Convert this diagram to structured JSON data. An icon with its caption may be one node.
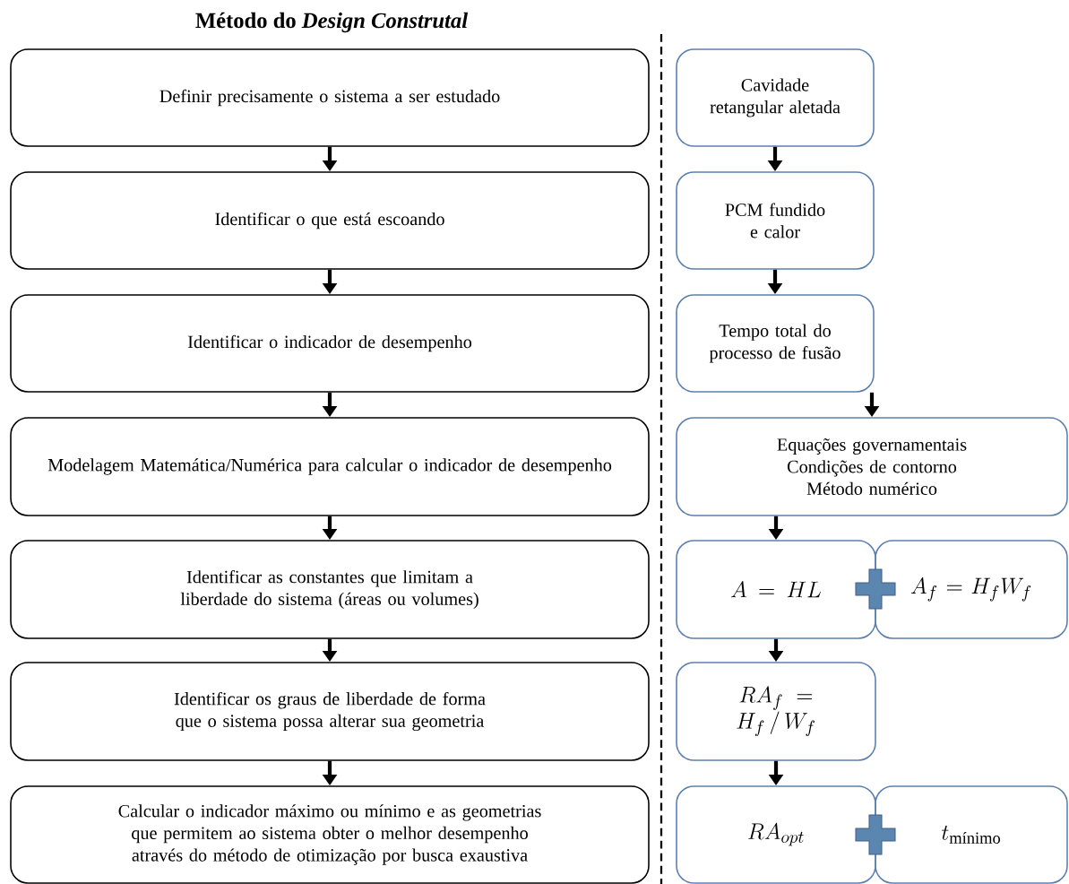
{
  "diagram": {
    "title": "Método do *Design Construtal*",
    "nodes": [
      {
        "text": [
          "Definir precisamente o sistema a ser estudado"
        ]
      },
      {
        "text": [
          "Identificar o que está escoando"
        ]
      },
      {
        "text": [
          "Identificar o indicador de desempenho"
        ]
      },
      {
        "text": [
          "Modelagem Matemática/Numérica para calcular o indicador de desempenho"
        ]
      },
      {
        "text": [
          "Identificar as constantes que limitam a liberdade do sistema (áreas ou volumes)"
        ]
      },
      {
        "text": [
          "Identificar os graus de liberdade de forma que o sistema possa alterar sua geometria"
        ]
      },
      {
        "text": [
          "Calcular o indicador máximo ou mínimo e as geometrias que permitem ao sistema obter o melhor desempenho através do método de otimização por busca exaustiva"
        ]
      },
      {
        "text": [
          "Cavidade retangular aletada"
        ]
      },
      {
        "text": [
          "PCM fundido e calor"
        ]
      },
      {
        "text": [
          "Tempo total do processo de fusão"
        ]
      },
      {
        "text": [
          "Equações governamentais",
          "Condições de contorno",
          "Método numérico"
        ]
      },
      {
        "text": [
          "A = HL"
        ]
      },
      {
        "text": [
          "A_f = H_fW_f"
        ]
      },
      {
        "text": [
          "RA_f = H_f\\,/\\,W_f"
        ]
      },
      {
        "text": [
          "RA_{opt}"
        ]
      },
      {
        "text": [
          "t_{\\text{mínimo}}"
        ]
      }
    ],
    "edges": [
      {
        "from": 0,
        "to": 1,
        "arrow": "to"
      },
      {
        "from": 1,
        "to": 2,
        "arrow": "to"
      },
      {
        "from": 2,
        "to": 3,
        "arrow": "to"
      },
      {
        "from": 3,
        "to": 4,
        "arrow": "to"
      },
      {
        "from": 4,
        "to": 5,
        "arrow": "to"
      },
      {
        "from": 5,
        "to": 6,
        "arrow": "to"
      },
      {
        "from": 7,
        "to": 8,
        "arrow": "to"
      },
      {
        "from": 8,
        "to": 9,
        "arrow": "to"
      },
      {
        "from": 9,
        "to": 10,
        "arrow": "to"
      },
      {
        "from": 10,
        "to": 11,
        "arrow": "to"
      },
      {
        "from": 11,
        "to": 13,
        "arrow": "to"
      },
      {
        "from": 13,
        "to": 14,
        "arrow": "to"
      }
    ]
  }
}
